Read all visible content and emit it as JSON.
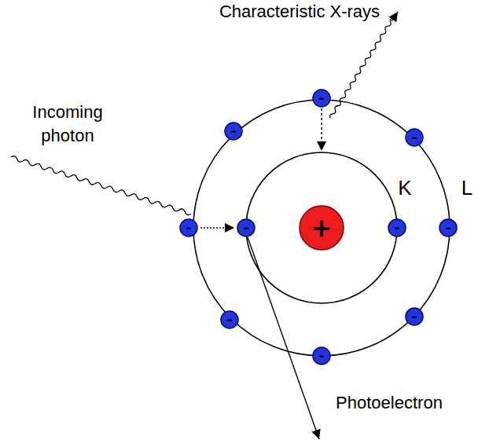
{
  "diagram": {
    "nodes": [
      {
        "text": [
          "-"
        ]
      },
      {
        "text": [
          "-"
        ]
      },
      {
        "text": [
          "-"
        ]
      },
      {
        "text": [
          "-"
        ]
      },
      {
        "text": [
          "-"
        ]
      },
      {
        "text": [
          "+"
        ]
      },
      {
        "text": [
          "-"
        ]
      },
      {
        "text": [
          "-"
        ]
      },
      {
        "text": [
          "-"
        ]
      },
      {
        "text": [
          "-"
        ]
      },
      {
        "text": [
          "-"
        ]
      }
    ],
    "edges": [
      {
        "from": 3,
        "to": 4,
        "arrow": "to"
      }
    ],
    "labels": [
      "Characteristic X-rays",
      "Incoming photon",
      "K",
      "L",
      "Photoelectron"
    ]
  }
}
